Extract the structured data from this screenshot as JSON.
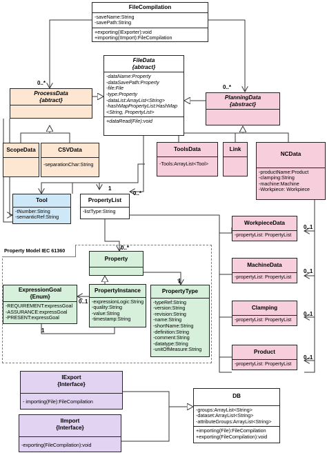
{
  "classes": {
    "file_compilation": {
      "name": "FileCompilation",
      "attributes": [
        "-saveName:String",
        "-savePath:String"
      ],
      "methods": [
        "+exporting(IExporter):void",
        "+importing(IImport):FileCompilation"
      ]
    },
    "file_data": {
      "name": "FileData",
      "stereotype": "{abtract}",
      "attributes": [
        "-dataName:Property",
        "-dataSavePath:Property",
        "-file:File",
        "-type:Property",
        "-dataList:ArrayList<String>",
        "-hashMapPropertyList:HashMap",
        "<String, PropertyList>"
      ],
      "methods": [
        "+dataRead(File):void"
      ]
    },
    "process_data": {
      "name": "ProcessData",
      "stereotype": "{abtract}"
    },
    "planning_data": {
      "name": "PlanningData",
      "stereotype": "{abstract}"
    },
    "scope_data": {
      "name": "ScopeData"
    },
    "csv_data": {
      "name": "CSVData",
      "attributes": [
        "-separationChar:String"
      ]
    },
    "tools_data": {
      "name": "ToolsData",
      "attributes": [
        "-Tools:ArrayList<Tool>"
      ]
    },
    "link": {
      "name": "Link"
    },
    "nc_data": {
      "name": "NCData",
      "attributes": [
        "-productName:Product",
        "-clamping:String",
        "-machine:Machine",
        "-Workpiece: Workpiece"
      ]
    },
    "tool": {
      "name": "Tool",
      "attributes": [
        "-tNumber:String",
        "-semanticRef:String"
      ]
    },
    "property_list": {
      "name": "PropertyList",
      "attributes": [
        "-listType:String"
      ]
    },
    "workpiece_data": {
      "name": "WorkpieceData",
      "attributes": [
        "-propertyList: PropertyList"
      ]
    },
    "machine_data": {
      "name": "MachineData",
      "attributes": [
        "-propertyList: PropertyList"
      ]
    },
    "clamping": {
      "name": "Clamping",
      "attributes": [
        "-propertyList: PropertyList"
      ]
    },
    "product": {
      "name": "Product",
      "attributes": [
        "-propertyList: PropertyList"
      ]
    },
    "property": {
      "name": "Property"
    },
    "expression_goal": {
      "name": "ExpressionGoal",
      "stereotype": "{Enum}",
      "attributes": [
        "-REQUIREMENT:expressGoal",
        "-ASSURANCE:expressGoal",
        "-PRESENT:expressGoal"
      ]
    },
    "property_instance": {
      "name": "PropertyInstance",
      "attributes": [
        "-expressionLogic:String",
        "-quality:String",
        "-value:String",
        "-timestamp:String"
      ]
    },
    "property_type": {
      "name": "PropertyType",
      "attributes": [
        "-typeRef:String",
        "-version:String",
        "-revision:String",
        "-name:String",
        "-shortName:String",
        "-definition:String",
        "-comment:String",
        "-datatype:String",
        "-unitOfMeasure:String"
      ]
    },
    "iexport": {
      "name": "IExport",
      "stereotype": "{Interface}",
      "methods": [
        "- importing(File):FileCompilation"
      ]
    },
    "iimport": {
      "name": "IImport",
      "stereotype": "{Interface}",
      "methods": [
        "-exporting(FileCompilation):void"
      ]
    },
    "db": {
      "name": "DB",
      "attributes": [
        "-groups:ArrayList<String>",
        "-dataset:ArrayList<String>",
        "-attributeGroups:ArrayList<String>"
      ],
      "methods": [
        "+importing(File):FileCompilation",
        "+exporting(FileCompilation):void"
      ]
    }
  },
  "package": {
    "label": "Property Model IEC 61360"
  },
  "multiplicities": {
    "process_data": "0..*",
    "planning_data": "0..*",
    "property_list_one": "1",
    "file_data_many": "0..*",
    "property_many": "0..*",
    "property_type_one": "1",
    "instance_goal": "0..1",
    "goal_one": "1",
    "workpiece": "0..1",
    "machine": "0..1",
    "clamping": "0..1",
    "product": "0..1"
  },
  "colors": {
    "white": "#ffffff",
    "orange": "#fde6d2",
    "pink": "#f7cfdc",
    "blue": "#cfe8f7",
    "green": "#d6f0dc",
    "purple": "#e1d3f1",
    "line": "#333333"
  }
}
